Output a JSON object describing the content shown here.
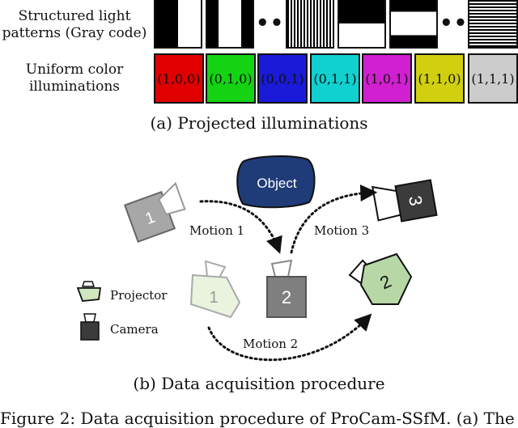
{
  "top": {
    "gray_label": "Structured light\npatterns (Gray code)",
    "color_label": "Uniform color\nilluminations",
    "dots": "•••",
    "colors": [
      {
        "label": "(1,0,0)",
        "fill": "#e00000"
      },
      {
        "label": "(0,1,0)",
        "fill": "#13d313"
      },
      {
        "label": "(0,0,1)",
        "fill": "#1a1ad8"
      },
      {
        "label": "(0,1,1)",
        "fill": "#10d0d0"
      },
      {
        "label": "(1,0,1)",
        "fill": "#d020d0"
      },
      {
        "label": "(1,1,0)",
        "fill": "#d0d010"
      },
      {
        "label": "(1,1,1)",
        "fill": "#cccccc"
      }
    ],
    "caption": "(a) Projected illuminations"
  },
  "bottom": {
    "object_label": "Object",
    "motion1": "Motion 1",
    "motion2": "Motion 2",
    "motion3": "Motion 3",
    "cam1": "1",
    "cam2": "2",
    "cam3": "3",
    "proj1": "1",
    "proj2": "2",
    "legend_projector": "Projector",
    "legend_camera": "Camera",
    "caption": "(b) Data acquisition procedure"
  },
  "footer": "Figure 2: Data acquisition procedure of ProCam-SSfM. (a) The"
}
